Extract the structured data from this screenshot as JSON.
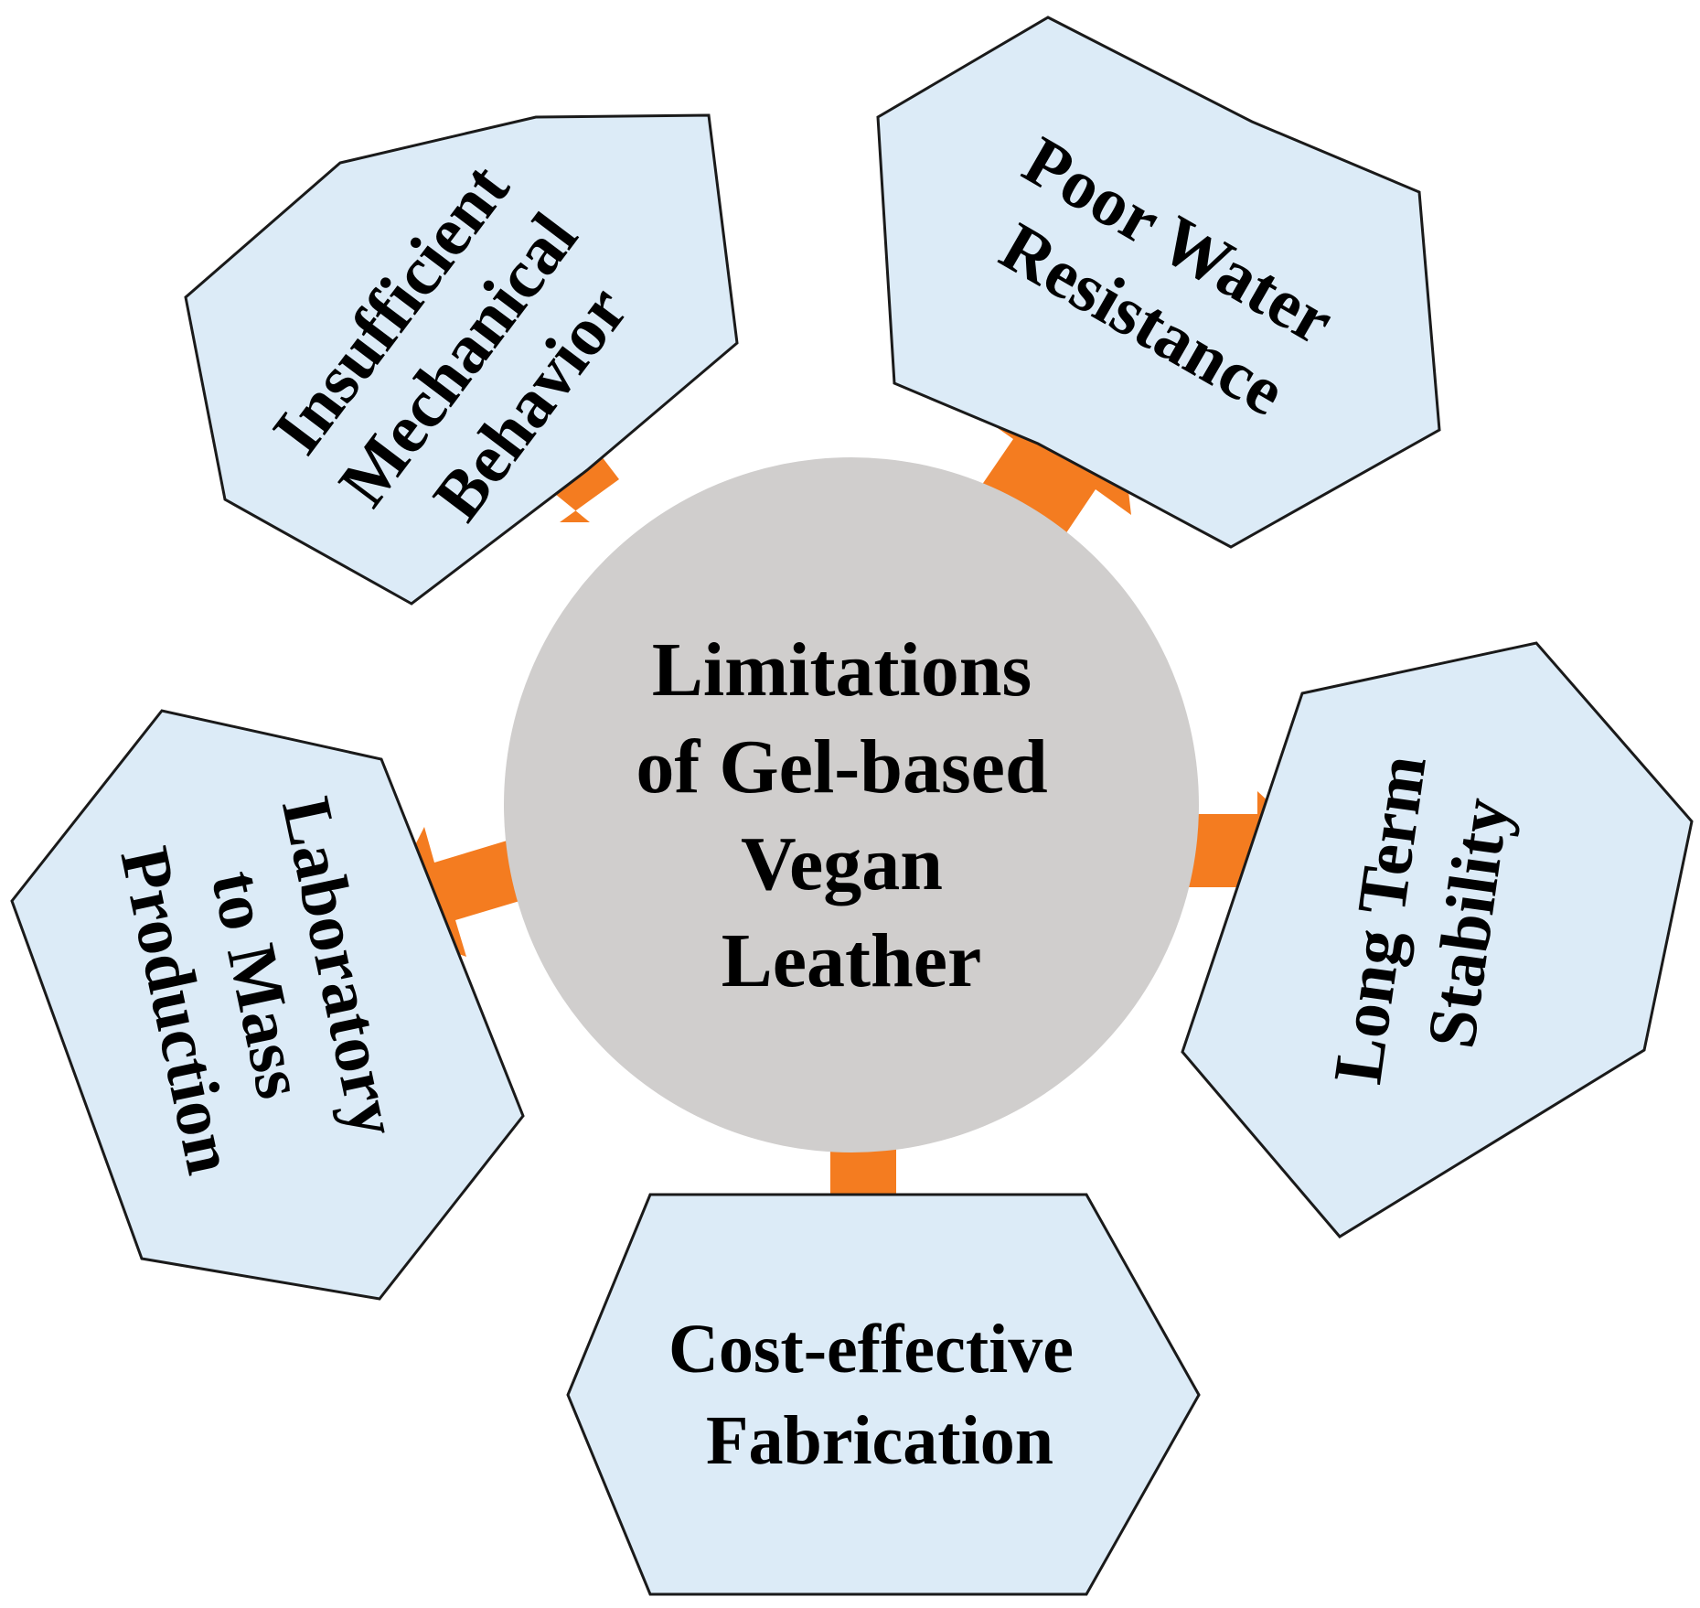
{
  "colors": {
    "hexagon_fill": "#dcebf7",
    "hexagon_stroke": "#1a1a1a",
    "arrow": "#f47c20",
    "center_fill": "#d0cecd",
    "text": "#000000"
  },
  "center": {
    "lines": [
      "Limitations",
      "of Gel-based",
      "Vegan",
      "Leather"
    ]
  },
  "nodes": [
    {
      "id": "mechanical",
      "lines": [
        "Insufficient",
        "Mechanical",
        "Behavior"
      ]
    },
    {
      "id": "water",
      "lines": [
        "Poor Water",
        "Resistance"
      ]
    },
    {
      "id": "stability",
      "lines": [
        "Long Term",
        "Stability"
      ]
    },
    {
      "id": "cost",
      "lines": [
        "Cost-effective",
        "Fabrication"
      ]
    },
    {
      "id": "scale",
      "lines": [
        "Laboratory",
        "to Mass",
        "Production"
      ]
    }
  ]
}
